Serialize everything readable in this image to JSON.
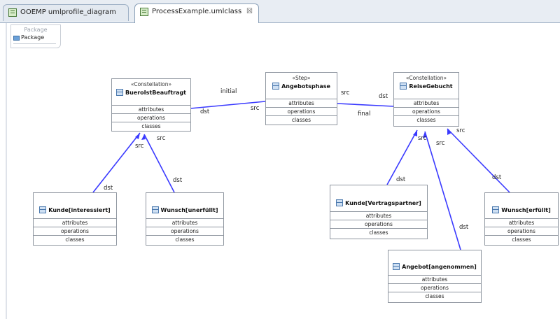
{
  "tabs": [
    {
      "label": "OOEMP umlprofile_diagram",
      "active": false
    },
    {
      "label": "ProcessExample.umlclass",
      "active": true,
      "close": "☒"
    }
  ],
  "package_tile": {
    "title": "Package",
    "label": "Package"
  },
  "compartments": [
    "attributes",
    "operations",
    "classes"
  ],
  "nodes": {
    "buero": {
      "stereotype": "«Constellation»",
      "name": "BueroIstBeauftragt"
    },
    "angebot": {
      "stereotype": "«Step»",
      "name": "Angebotsphase"
    },
    "reise": {
      "stereotype": "«Constellation»",
      "name": "ReiseGebucht"
    },
    "kunde_int": {
      "name": "Kunde[interessiert]"
    },
    "wunsch_unerf": {
      "name": "Wunsch[unerfüllt]"
    },
    "kunde_vert": {
      "name": "Kunde[Vertragspartner]"
    },
    "angebot_ang": {
      "name": "Angebot[angenommen]"
    },
    "wunsch_erf": {
      "name": "Wunsch[erfüllt]"
    }
  },
  "edge_labels": {
    "initial": "initial",
    "dst": "dst",
    "src": "src",
    "final": "final"
  },
  "colors": {
    "edge": "#3a3aff",
    "edge_light": "#6a6aff"
  }
}
